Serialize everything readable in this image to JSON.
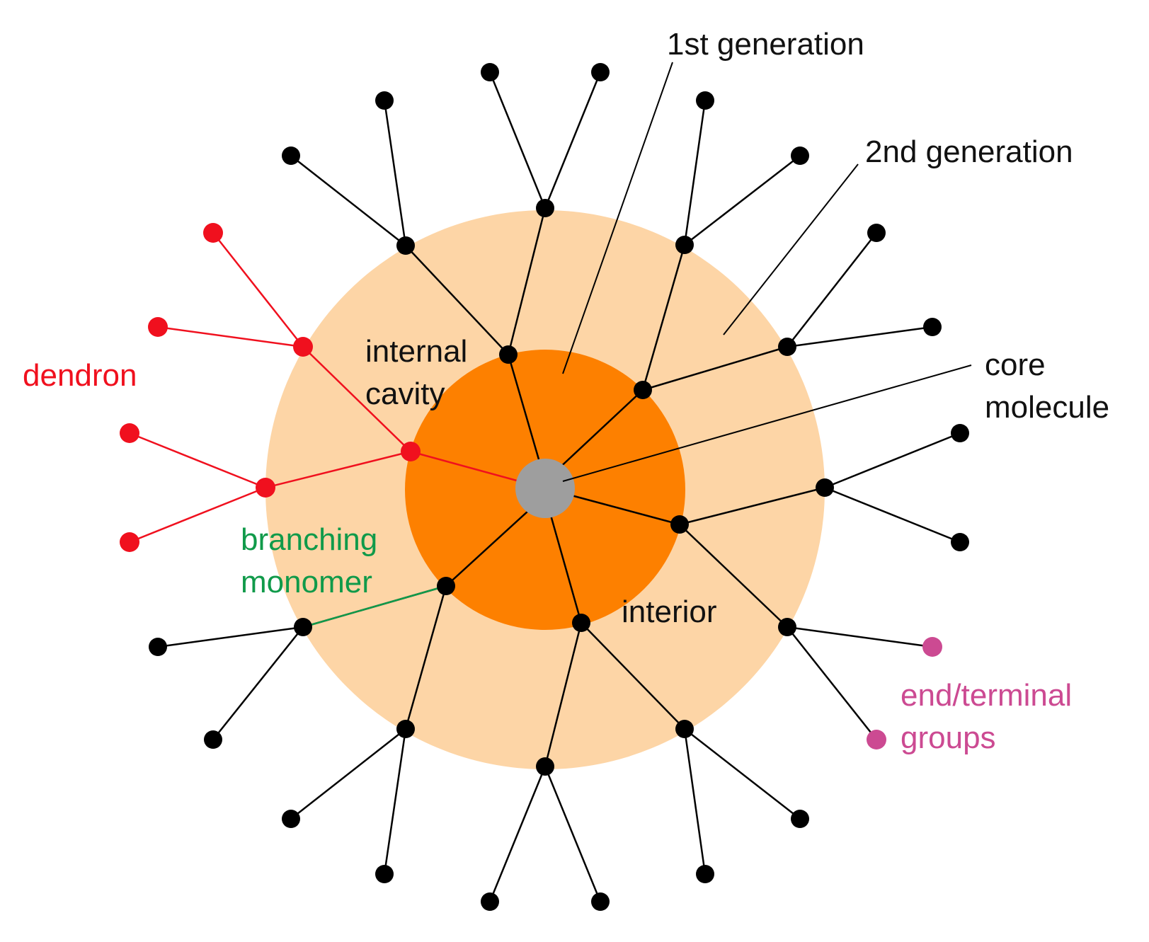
{
  "labels": {
    "first_generation": "1st generation",
    "second_generation": "2nd generation",
    "core_line1": "core",
    "core_line2": "molecule",
    "internal_line1": "internal",
    "internal_line2": "cavity",
    "dendron": "dendron",
    "branching_line1": "branching",
    "branching_line2": "monomer",
    "interior": "interior",
    "end_line1": "end/terminal",
    "end_line2": "groups"
  },
  "colors": {
    "outer_shell": "#fdd5a6",
    "inner_shell": "#fd8000",
    "core": "#9e9e9e",
    "bond": "#000000",
    "node": "#000000",
    "dendron": "#f0101e",
    "branching_monomer": "#109a4a",
    "end_groups": "#cc4a92",
    "label_text": "#111111"
  }
}
